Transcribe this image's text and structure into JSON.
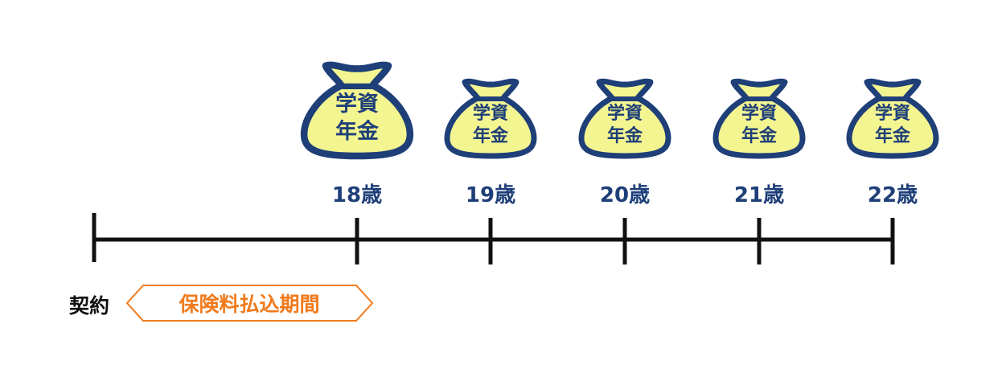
{
  "colors": {
    "bag_fill": "#f3f591",
    "bag_outline": "#1e3f78",
    "timeline": "#111111",
    "label_text": "#1e3f78",
    "period_accent": "#f07a1c",
    "contract_text": "#111111"
  },
  "bag_icon": "money-bag-icon",
  "payouts": [
    {
      "bag_line1": "学資",
      "bag_line2": "年金",
      "age": "18歳"
    },
    {
      "bag_line1": "学資",
      "bag_line2": "年金",
      "age": "19歳"
    },
    {
      "bag_line1": "学資",
      "bag_line2": "年金",
      "age": "20歳"
    },
    {
      "bag_line1": "学資",
      "bag_line2": "年金",
      "age": "21歳"
    },
    {
      "bag_line1": "学資",
      "bag_line2": "年金",
      "age": "22歳"
    }
  ],
  "contract_label": "契約",
  "payment_period_label": "保険料払込期間"
}
